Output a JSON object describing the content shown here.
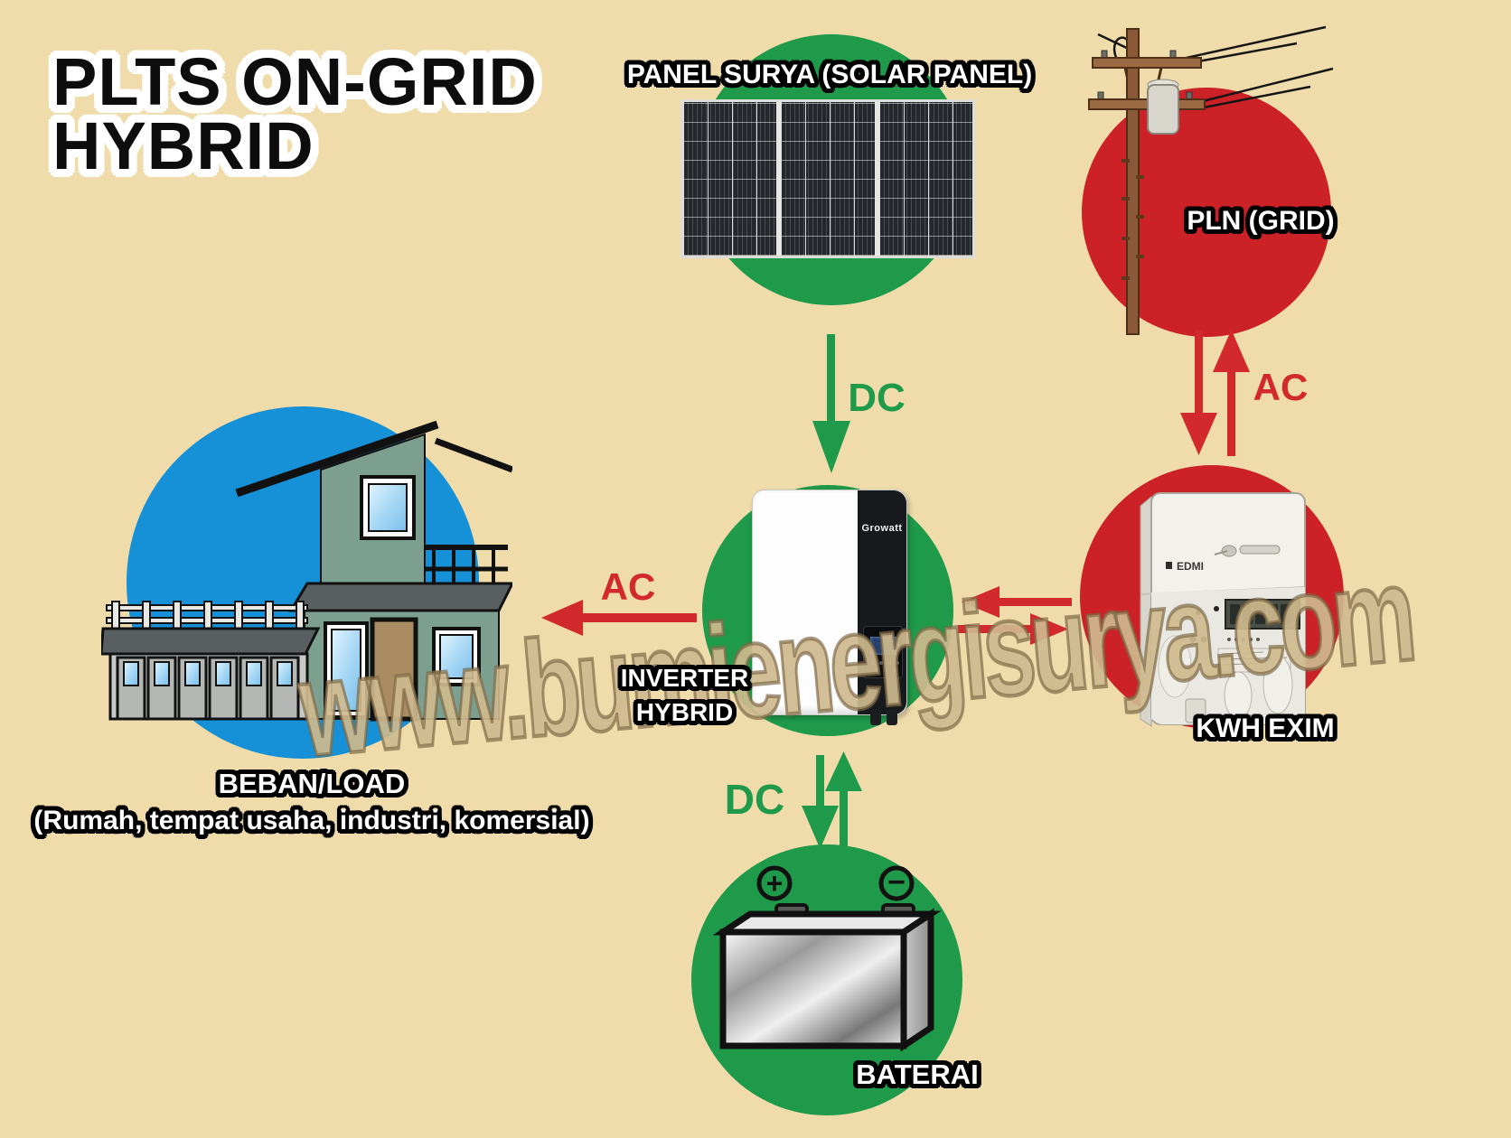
{
  "title": {
    "line1": "PLTS ON-GRID",
    "line2": "HYBRID"
  },
  "watermark": "www.bumienergisurya.com",
  "colors": {
    "background": "#f0dcab",
    "circle_green": "#1f9a4a",
    "circle_red": "#cb2127",
    "circle_blue": "#1690d6",
    "arrow_red": "#d22a2c",
    "arrow_green": "#1f9a4a"
  },
  "nodes": {
    "solar_panel": {
      "label": "PANEL SURYA (SOLAR PANEL)"
    },
    "pln_grid": {
      "label": "PLN (GRID)"
    },
    "kwh_exim": {
      "label": "KWH EXIM",
      "brand": "EDMI"
    },
    "inverter": {
      "label_line1": "INVERTER",
      "label_line2": "HYBRID",
      "brand": "Growatt"
    },
    "load": {
      "label": "BEBAN/LOAD",
      "sublabel": "(Rumah, tempat usaha, industri, komersial)"
    },
    "battery": {
      "label": "BATERAI",
      "positive": "+",
      "negative": "−"
    }
  },
  "flows": {
    "solar_to_inverter": {
      "label": "DC"
    },
    "grid_to_kwh": {
      "label": "AC"
    },
    "inverter_to_load": {
      "label": "AC"
    },
    "inverter_to_battery": {
      "label": "DC"
    }
  }
}
